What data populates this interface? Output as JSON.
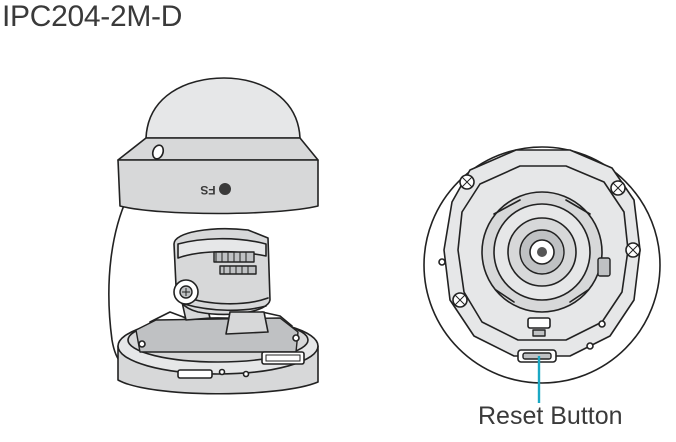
{
  "title": "IPC204-2M-D",
  "brand_mark": "FS",
  "callout": {
    "label": "Reset Button",
    "accent_color": "#1ba8c4"
  },
  "colors": {
    "line": "#222222",
    "body_fill": "#d7d8d9",
    "text": "#3a3a3a"
  }
}
